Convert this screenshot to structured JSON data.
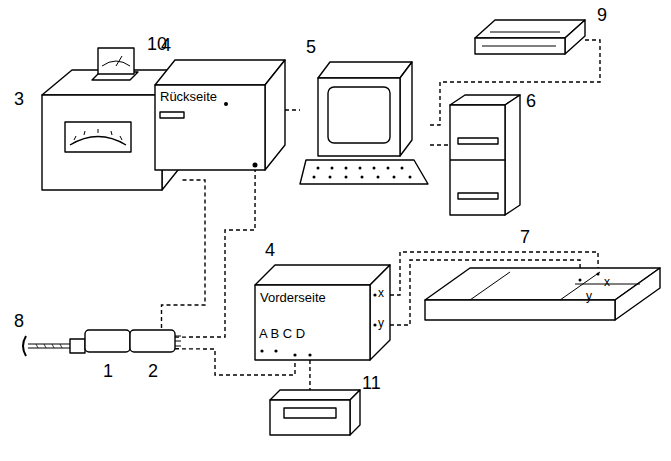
{
  "diagram": {
    "nodes": [
      {
        "text": [
          "3"
        ]
      },
      {
        "text": [
          "10"
        ]
      },
      {
        "text": [
          "4",
          "Rückseite"
        ]
      },
      {
        "text": [
          "5"
        ]
      },
      {
        "text": [
          "9"
        ]
      },
      {
        "text": [
          "6"
        ]
      },
      {
        "text": [
          "8"
        ]
      },
      {
        "text": [
          "1"
        ]
      },
      {
        "text": [
          "2"
        ]
      },
      {
        "text": [
          "4",
          "Vorderseite",
          "A B C D",
          "x",
          "y"
        ]
      },
      {
        "text": [
          "7",
          "x",
          "y"
        ]
      },
      {
        "text": [
          "11"
        ]
      }
    ],
    "edges": [
      {
        "from": 8,
        "to": 0,
        "arrow": "none"
      },
      {
        "from": 8,
        "to": 2,
        "arrow": "none"
      },
      {
        "from": 8,
        "to": 9,
        "arrow": "none"
      },
      {
        "from": 9,
        "to": 11,
        "arrow": "none"
      },
      {
        "from": 9,
        "to": 10,
        "arrow": "none"
      },
      {
        "from": 9,
        "to": 10,
        "arrow": "none"
      },
      {
        "from": 2,
        "to": 3,
        "arrow": "none"
      },
      {
        "from": 3,
        "to": 4,
        "arrow": "none"
      },
      {
        "from": 3,
        "to": 5,
        "arrow": "none"
      }
    ]
  }
}
